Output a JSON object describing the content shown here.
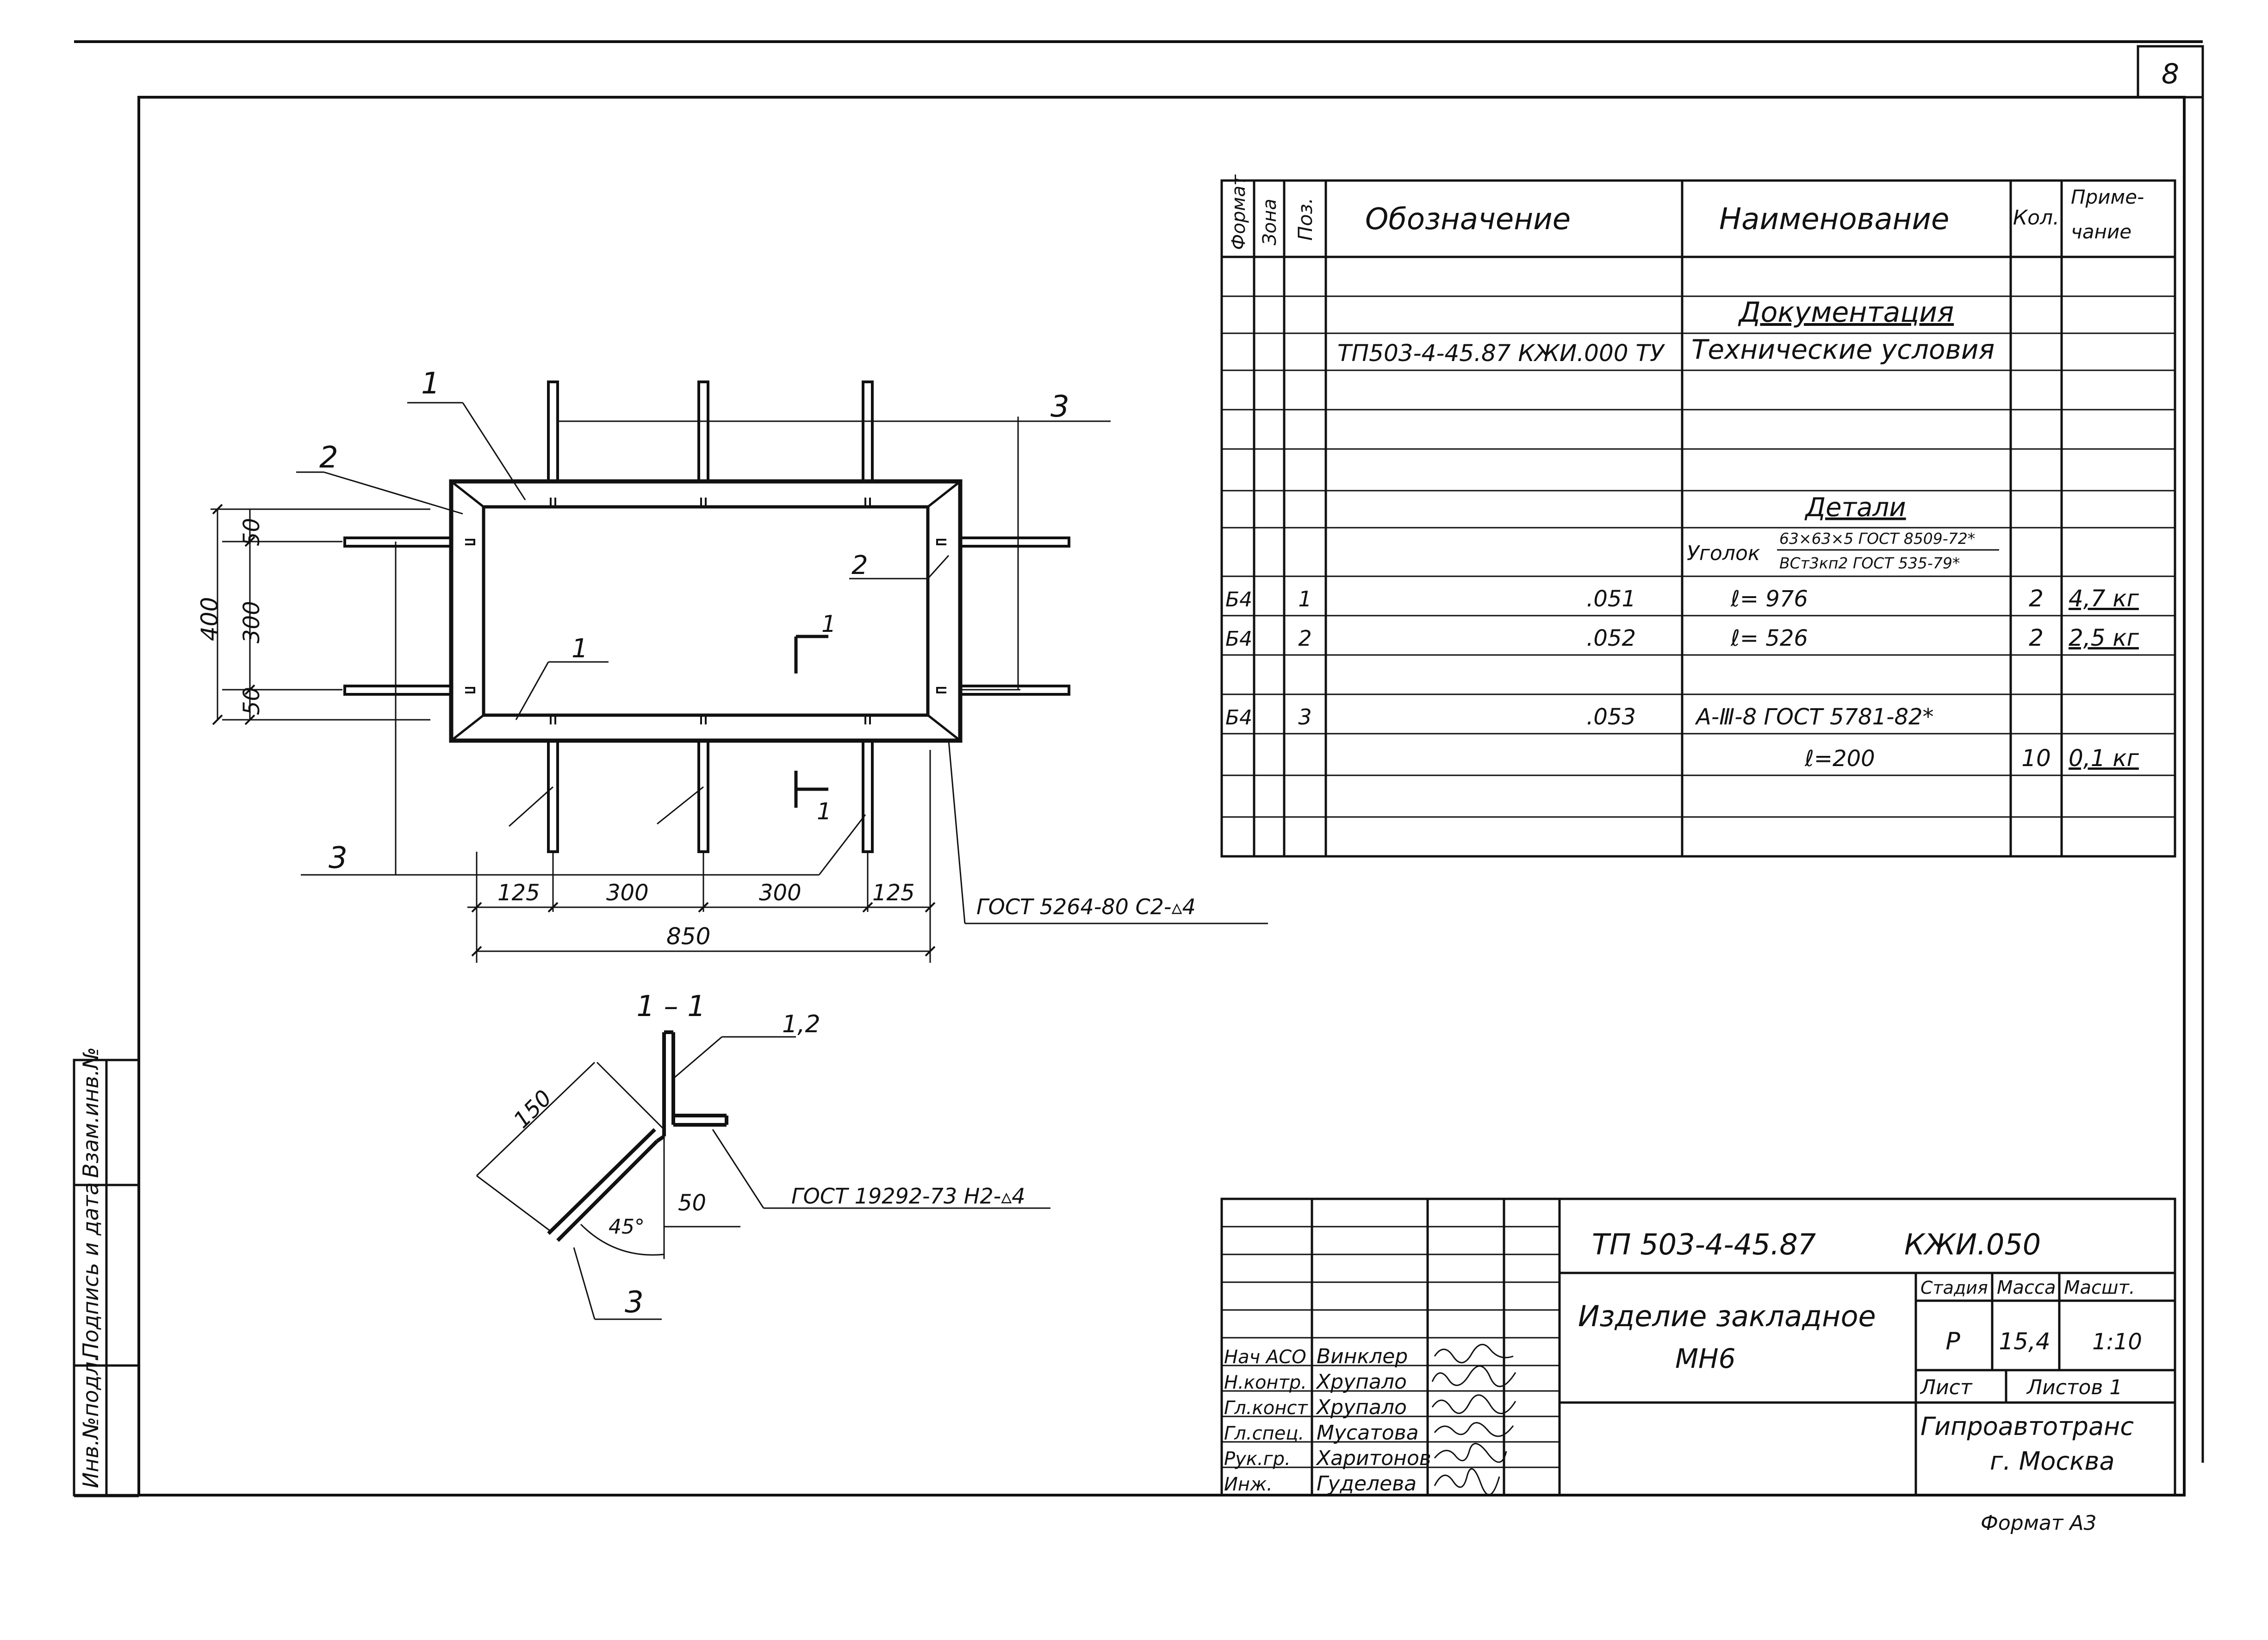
{
  "sheet": {
    "number": "8",
    "format_label": "Формат А3"
  },
  "side_stamp": {
    "cols": [
      "Инв.№подл.",
      "Подпись и дата",
      "Взам.инв.№"
    ]
  },
  "spec": {
    "headers": {
      "format": "Формат",
      "zone": "Зона",
      "pos": "Поз.",
      "designation": "Обозначение",
      "name": "Наименование",
      "qty": "Кол.",
      "note_line1": "Приме-",
      "note_line2": "чание"
    },
    "section_docs": "Документация",
    "doc_row": {
      "designation": "ТП503-4-45.87 КЖИ.000 ТУ",
      "name": "Технические условия"
    },
    "section_parts": "Детали",
    "angle_name": "Уголок",
    "angle_num": "63×63×5 ГОСТ 8509-72*",
    "angle_den": "ВСт3кп2 ГОСТ 535-79*",
    "rows": [
      {
        "format": "Б4",
        "pos": "1",
        "designation": ".051",
        "name": "ℓ= 976",
        "qty": "2",
        "note": "4,7 кг"
      },
      {
        "format": "Б4",
        "pos": "2",
        "designation": ".052",
        "name": "ℓ= 526",
        "qty": "2",
        "note": "2,5 кг"
      },
      {
        "format": "Б4",
        "pos": "3",
        "designation": ".053",
        "name": "А-Ⅲ-8 ГОСТ 5781-82*"
      },
      {
        "name": "ℓ=200",
        "qty": "10",
        "note": "0,1 кг"
      }
    ]
  },
  "plan": {
    "labels": {
      "p1_top": "1",
      "p2_left": "2",
      "p3_right": "3",
      "p2_inner": "2",
      "p1_inner": "1",
      "p3_bottom": "3",
      "sec_top": "1",
      "sec_bottom": "1"
    },
    "dims": {
      "d50_top": "50",
      "d300": "300",
      "d50_bottom": "50",
      "d400": "400",
      "d125_left": "125",
      "d300_a": "300",
      "d300_b": "300",
      "d125_right": "125",
      "d850": "850"
    },
    "weld_note": "ГОСТ 5264-80 С2-▵4"
  },
  "section": {
    "title": "1 – 1",
    "label_12": "1,2",
    "label_3": "3",
    "dim_150": "150",
    "dim_50": "50",
    "angle_45": "45°",
    "weld_note": "ГОСТ 19292-73 Н2-▵4"
  },
  "title_block": {
    "code": "ТП 503-4-45.87",
    "mark": "КЖИ.050",
    "title1": "Изделие закладное",
    "title2": "МН6",
    "h_stage": "Стадия",
    "h_mass": "Масса",
    "h_scale": "Масшт.",
    "stage": "Р",
    "mass": "15,4",
    "scale": "1:10",
    "sheet_label": "Лист",
    "sheets_label": "Листов 1",
    "org1": "Гипроавтотранс",
    "org2": "г. Москва",
    "staff": [
      {
        "role": "Нач АСО",
        "name": "Винклер"
      },
      {
        "role": "Н.контр.",
        "name": "Хрупало"
      },
      {
        "role": "Гл.конст",
        "name": "Хрупало"
      },
      {
        "role": "Гл.спец.",
        "name": "Мусатова"
      },
      {
        "role": "Рук.гр.",
        "name": "Харитонов"
      },
      {
        "role": "Инж.",
        "name": "Гуделева"
      }
    ]
  }
}
